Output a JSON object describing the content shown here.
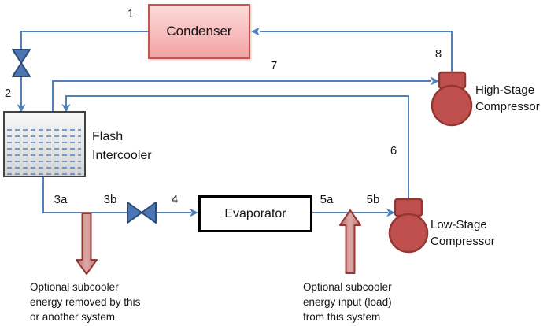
{
  "diagram": {
    "type": "two-stage refrigeration cycle with flash intercooler",
    "components": {
      "condenser": {
        "label": "Condenser"
      },
      "flash_intercooler": {
        "label": "Flash Intercooler"
      },
      "evaporator": {
        "label": "Evaporator"
      },
      "high_stage_compressor": {
        "label": "High-Stage Compressor"
      },
      "low_stage_compressor": {
        "label": "Low-Stage Compressor"
      }
    },
    "state_labels": {
      "s1": "1",
      "s2": "2",
      "s3a": "3a",
      "s3b": "3b",
      "s4": "4",
      "s5a": "5a",
      "s5b": "5b",
      "s6": "6",
      "s7": "7",
      "s8": "8"
    },
    "annotations": {
      "subcooler_removed": {
        "lines": [
          "Optional subcooler",
          "energy removed by this",
          "or another system"
        ]
      },
      "subcooler_input": {
        "lines": [
          "Optional subcooler",
          "energy input (load)",
          "from this system"
        ]
      }
    },
    "icons": {
      "expansion_valve_vertical": "valve-icon",
      "expansion_valve_horizontal": "valve-icon",
      "high_stage_compressor": "compressor-icon",
      "low_stage_compressor": "compressor-icon",
      "energy_removed": "down-arrow-icon",
      "energy_input": "up-arrow-icon"
    },
    "colors": {
      "pipe_blue": "#4f81bd",
      "valve_fill": "#4a77b3",
      "valve_border": "#2d4b73",
      "compressor_fill": "#c0504d",
      "compressor_border": "#943634",
      "condenser_fill_top": "#fcdada",
      "condenser_fill_bottom": "#f2a2a2",
      "condenser_border": "#c9534f",
      "evaporator_border": "#000000",
      "tank_fill_top": "#f7f7f7",
      "tank_fill_bottom": "#d4d4d4",
      "tank_border": "#424242",
      "liquid_dash_blue": "#4f81bd",
      "energy_arrow_fill": "#cf8f8c",
      "energy_arrow_border": "#953735",
      "text": "#151515"
    }
  }
}
